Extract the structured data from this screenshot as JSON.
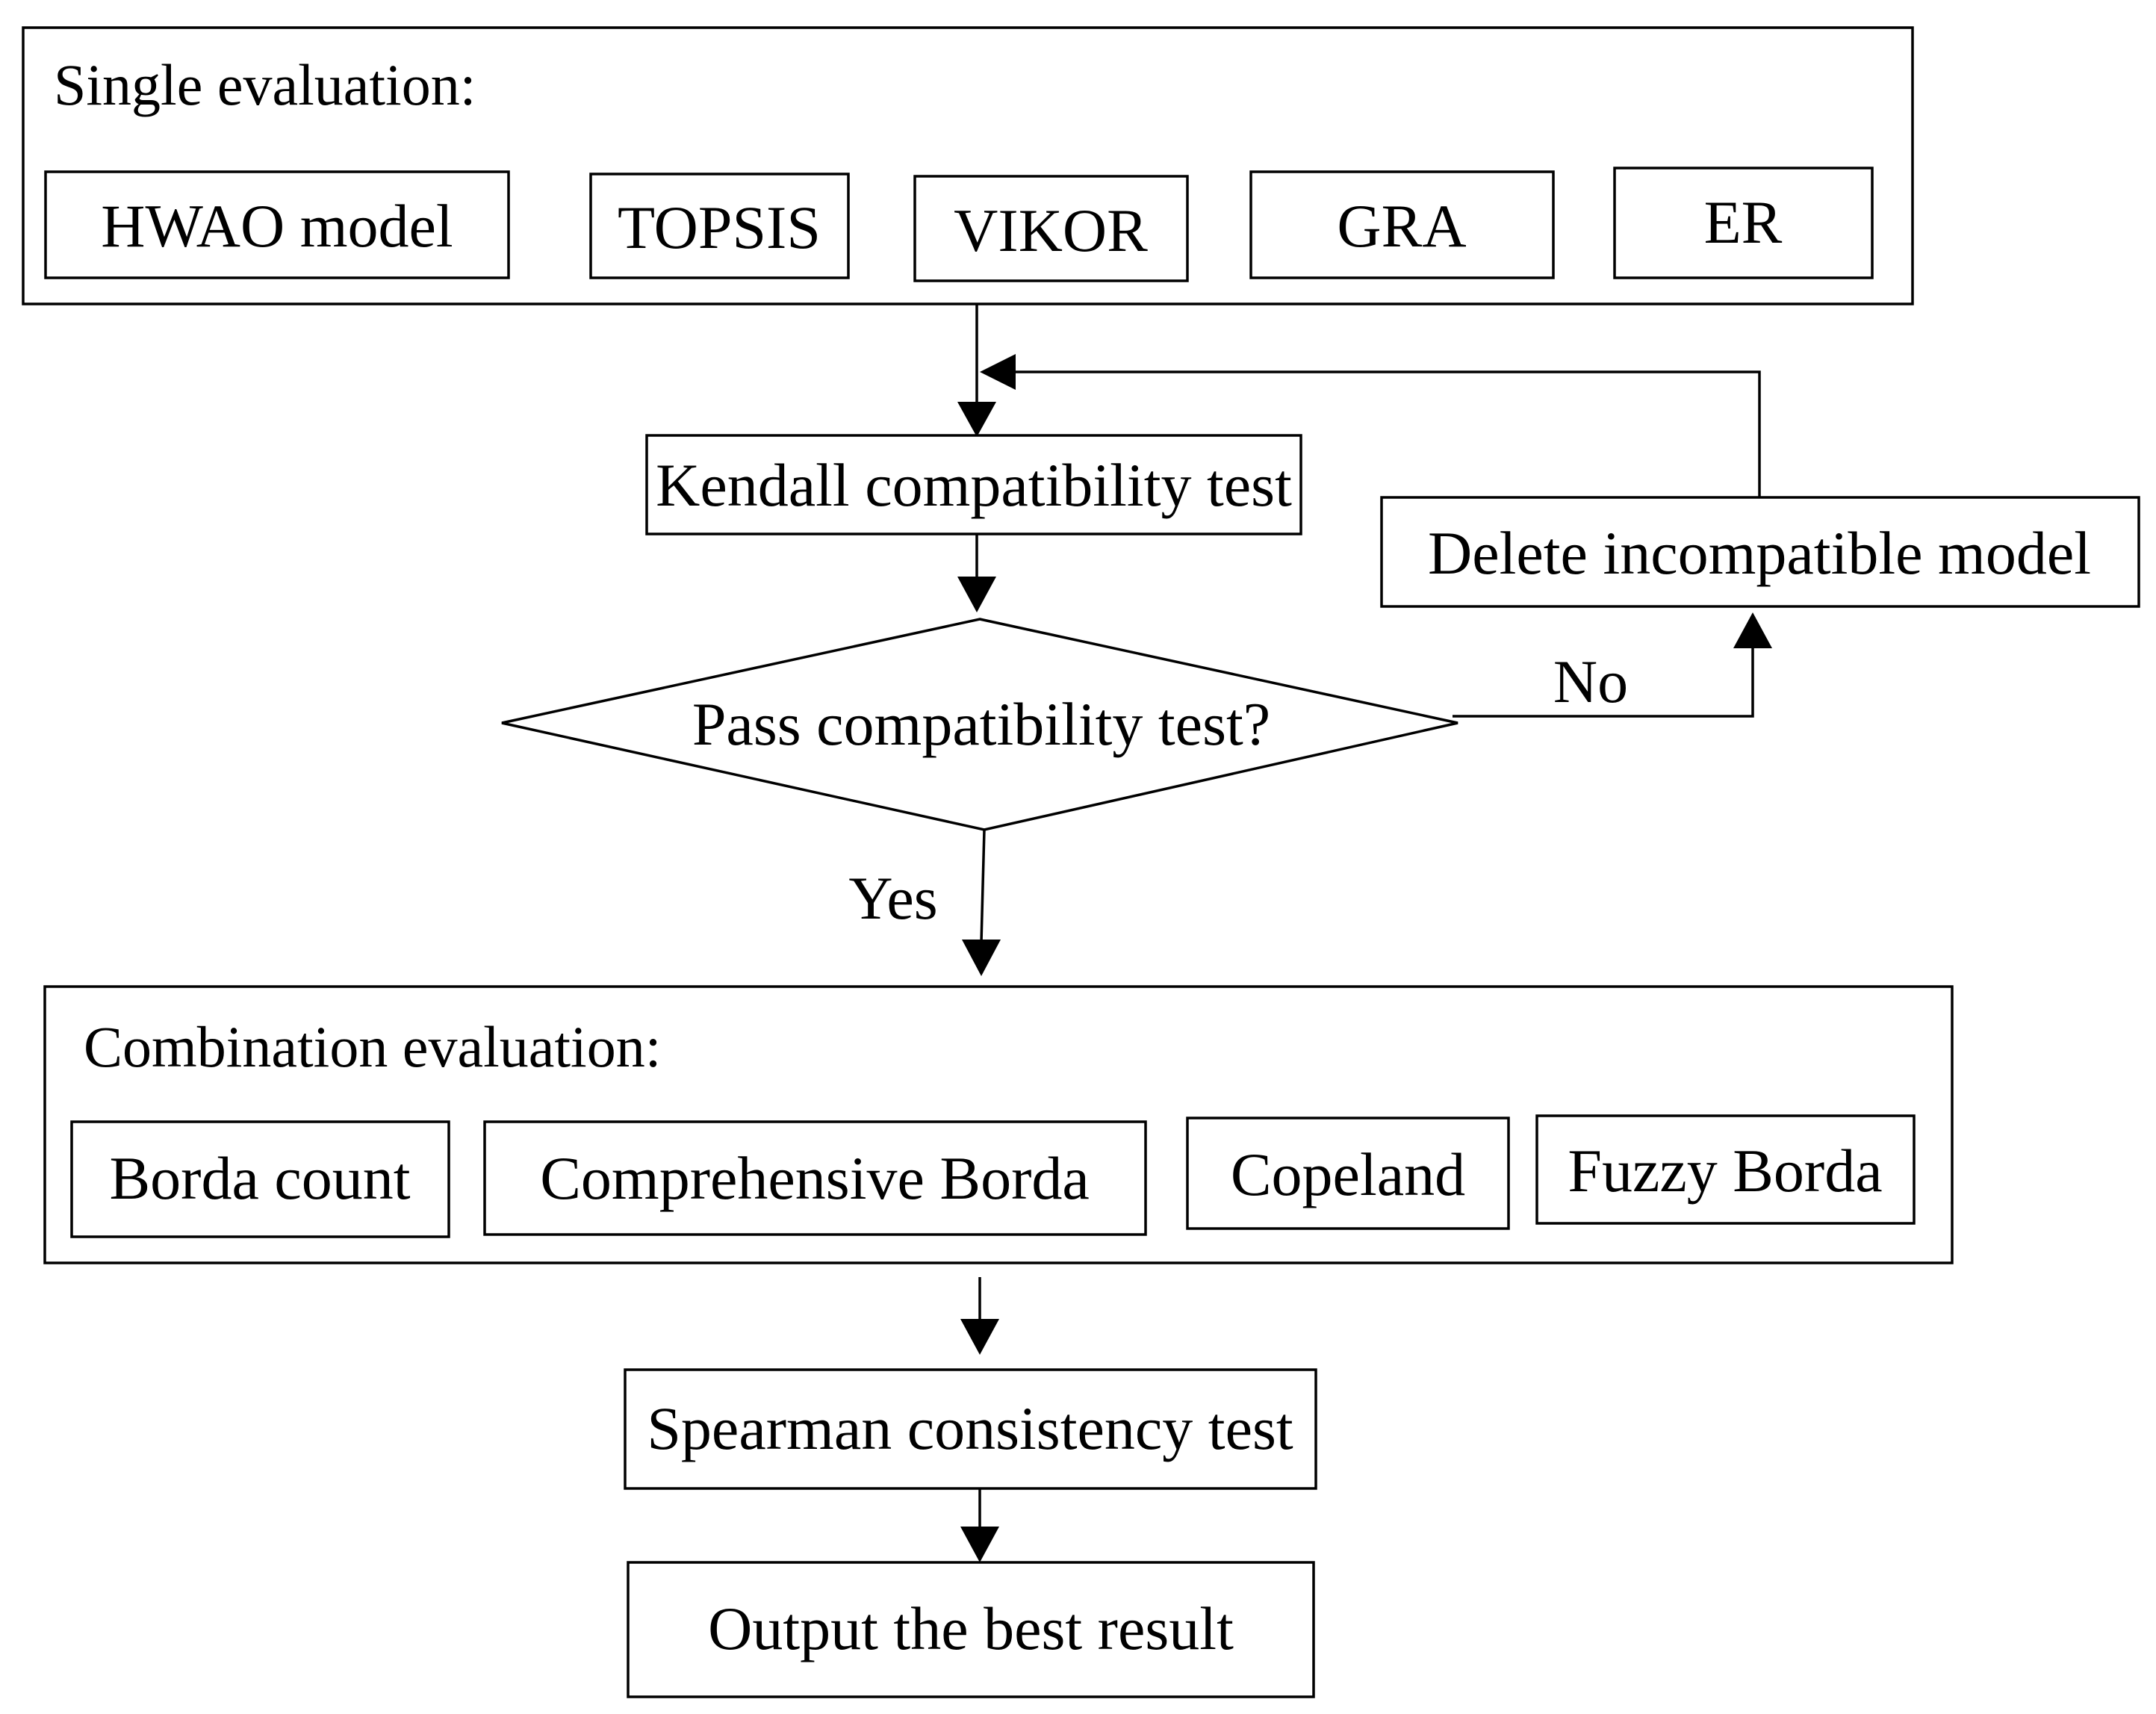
{
  "single": {
    "title": "Single evaluation:",
    "models": [
      "HWAO model",
      "TOPSIS",
      "VIKOR",
      "GRA",
      "ER"
    ]
  },
  "kendall": "Kendall compatibility test",
  "delete": "Delete incompatible model",
  "decision": "Pass compatibility test?",
  "edge_no": "No",
  "edge_yes": "Yes",
  "combination": {
    "title": "Combination evaluation:",
    "methods": [
      "Borda count",
      "Comprehensive Borda",
      "Copeland",
      "Fuzzy Borda"
    ]
  },
  "spearman": "Spearman consistency test",
  "output": "Output the best result"
}
